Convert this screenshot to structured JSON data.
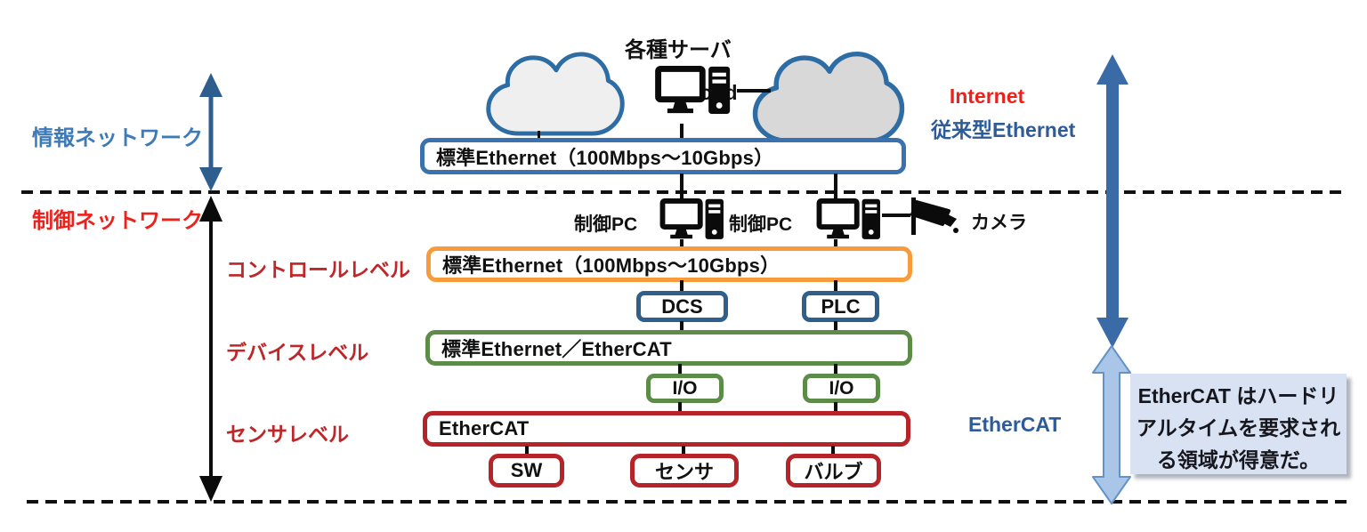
{
  "info_level": {
    "label": "情報ネットワーク",
    "server_label": "各種サーバ",
    "cloud_label": "Cloud",
    "internet_label": "Internet",
    "backbone": "標準Ethernet（100Mbps～10Gbps）",
    "legacy_ethernet_label": "従来型Ethernet"
  },
  "control_level": {
    "label": "制御ネットワーク",
    "level_label": "コントロールレベル",
    "pc1_label": "制御PC",
    "pc2_label": "制御PC",
    "camera_label": "カメラ",
    "backbone": "標準Ethernet（100Mbps～10Gbps）",
    "dcs": "DCS",
    "plc": "PLC"
  },
  "device_level": {
    "level_label": "デバイスレベル",
    "backbone": "標準Ethernet／EtherCAT",
    "io1": "I/O",
    "io2": "I/O"
  },
  "sensor_level": {
    "level_label": "センサレベル",
    "backbone": "EtherCAT",
    "nodes": [
      "SW",
      "センサ",
      "バルブ"
    ]
  },
  "right_side": {
    "ethercat_label": "EtherCAT",
    "note_full_text": "EtherCAT はハードリアルタイムを要求される領域が得意だ。",
    "note_lines": [
      "EtherCAT はハードリ",
      "アルタイムを要求され",
      "る領域が得意だ。"
    ]
  },
  "colors": {
    "band_blue_border": "#3A71AE",
    "band_orange_border": "#F89B3C",
    "band_green_border": "#5C8C47",
    "band_red_border": "#B62328",
    "node_blue_border": "#2E5F8D",
    "info_label_blue": "#3D7AB8",
    "control_label_red": "#ED211C",
    "level_label_red": "#BE2629",
    "navy_label": "#2D5C99",
    "internet_text_red": "#ED211C",
    "dark_arrow": "#3A6BA6",
    "left_arrow_blue": "#2E5E8E",
    "light_arrow_fill": "#A9C6E8",
    "light_arrow_stroke": "#6592C6",
    "note_background": "#D9E2F2",
    "cloud_fill_left": "#EFEFEF",
    "cloud_fill_right": "#D8D8D8",
    "cloud_stroke": "#2E6DA4"
  }
}
